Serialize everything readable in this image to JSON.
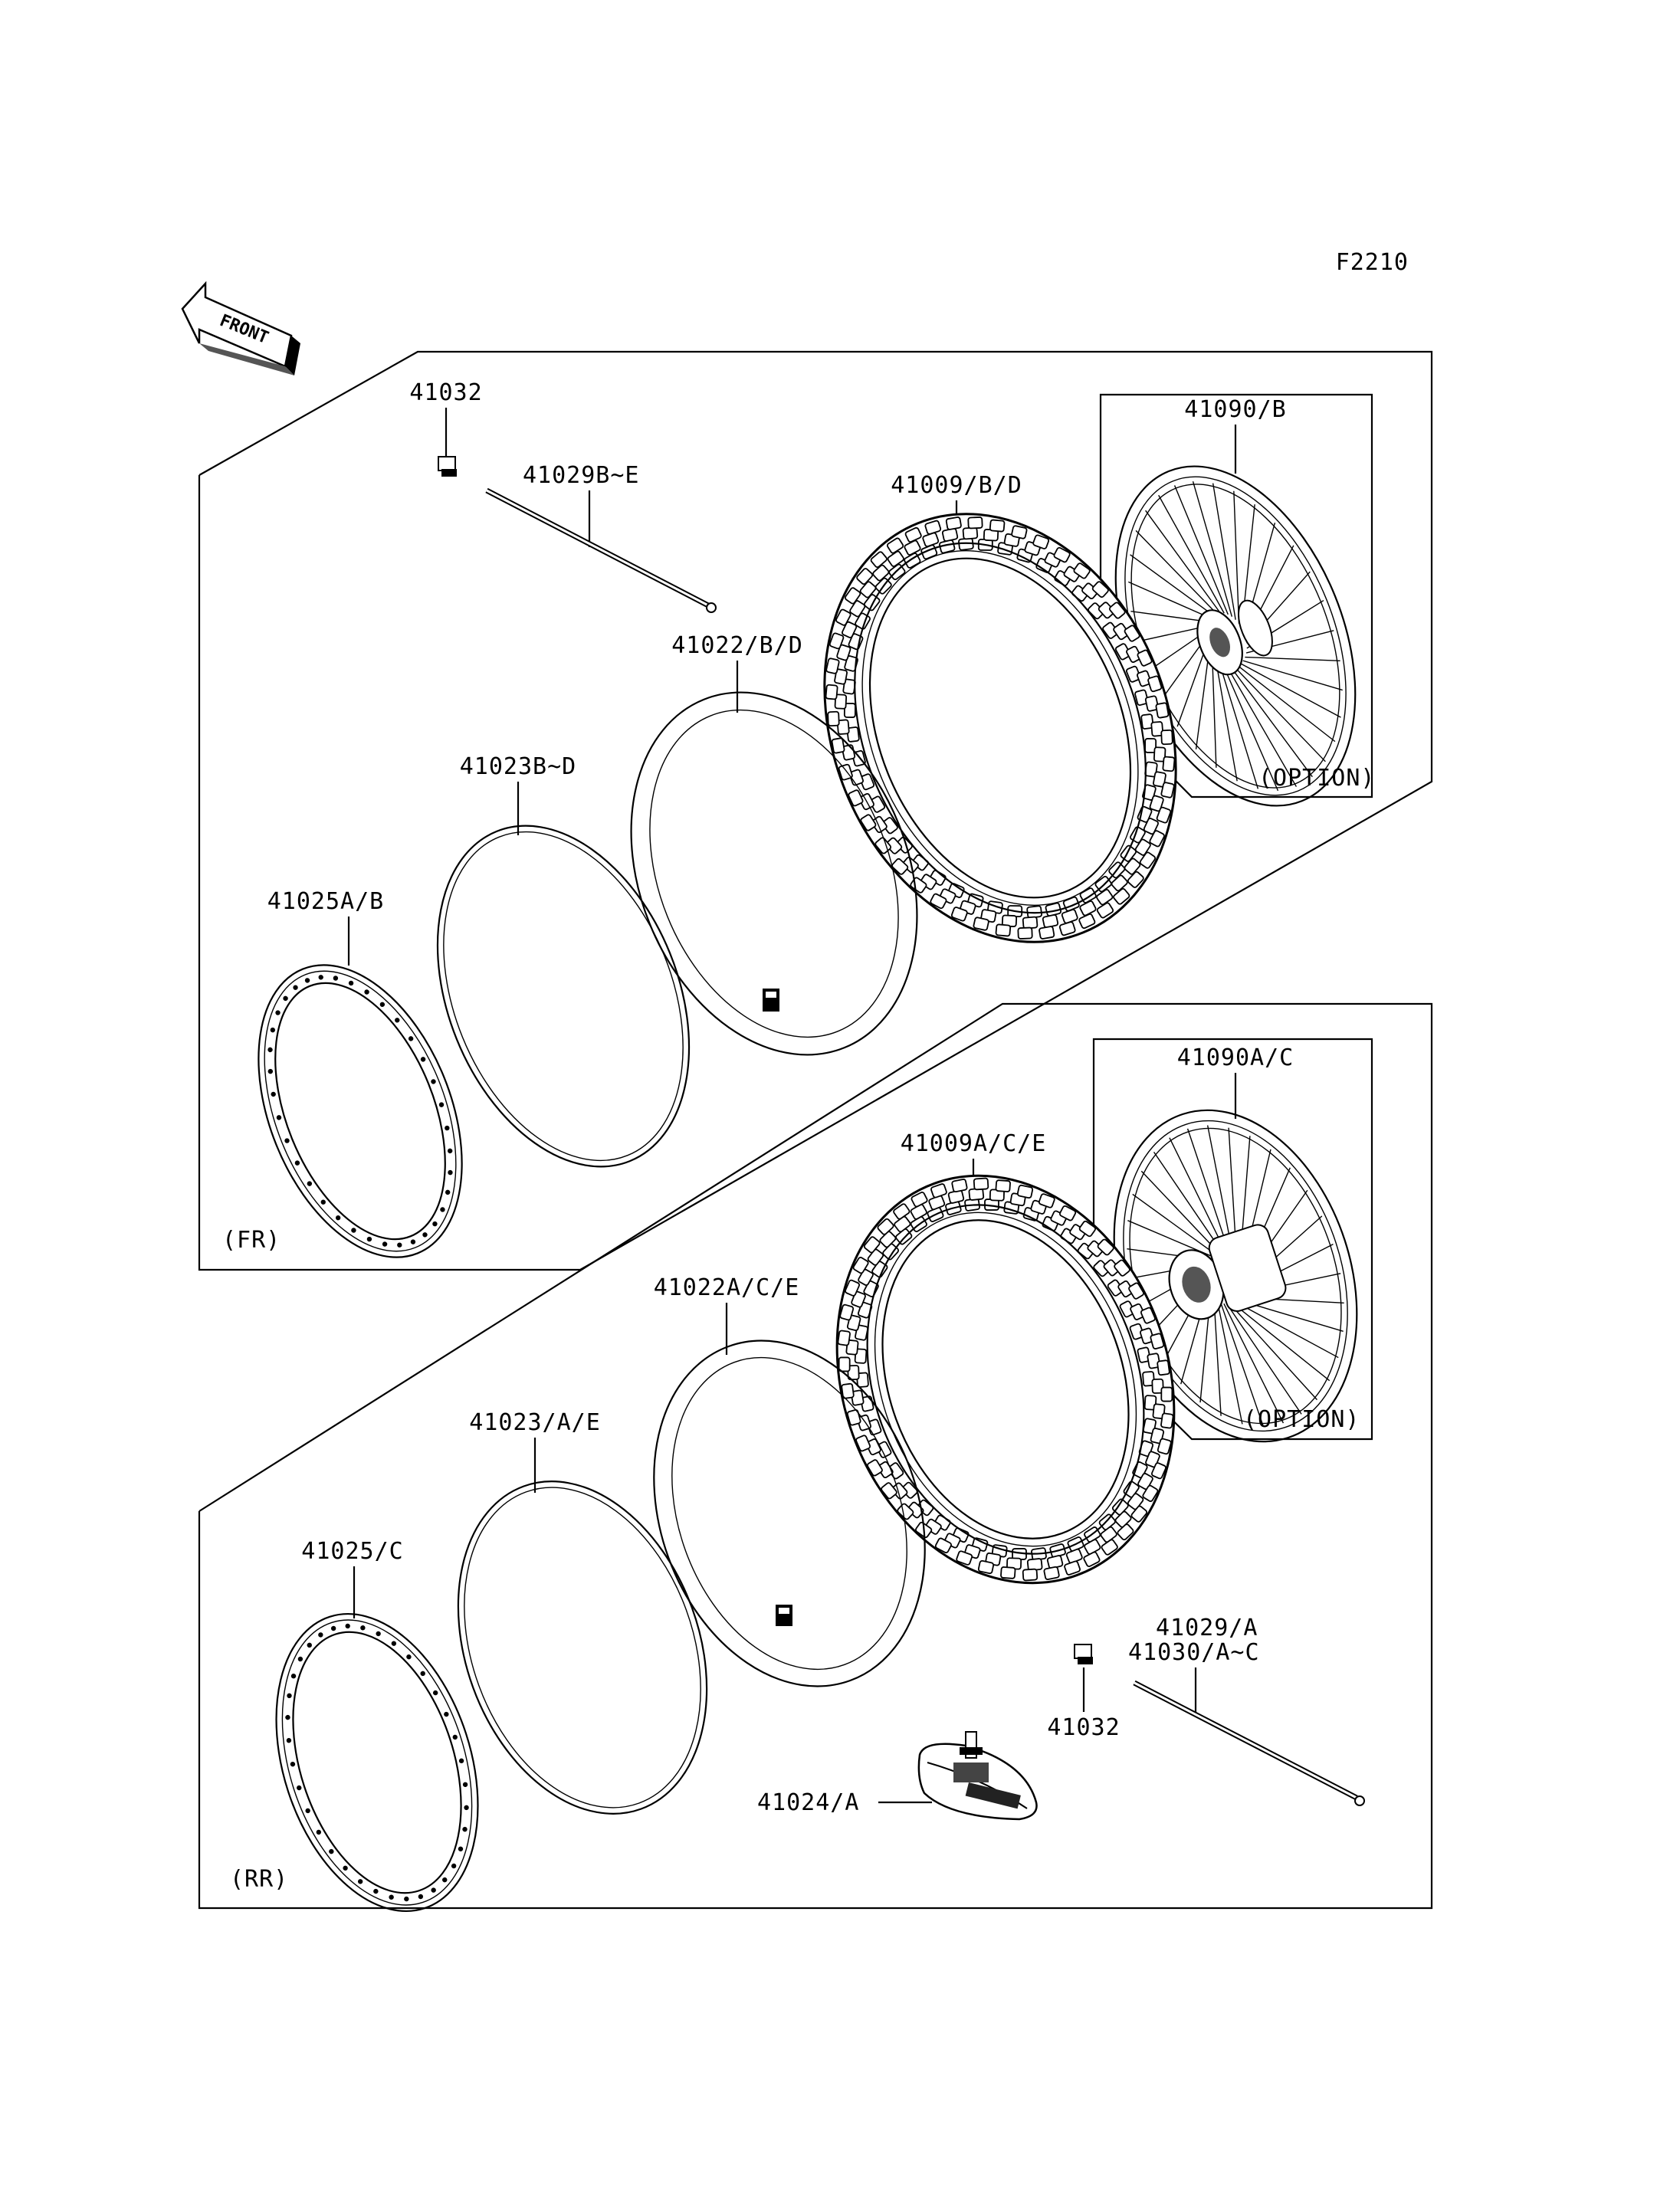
{
  "figure_code": "F2210",
  "front_arrow": {
    "text": "FRONT"
  },
  "groups": {
    "front": {
      "tag": "(FR)",
      "option_tag": "(OPTION)",
      "parts": {
        "valve_cap": "41032",
        "spoke": "41029B~E",
        "tire": "41009/B/D",
        "wheel_assy": "41090/B",
        "tube": "41022/B/D",
        "rim_band": "41023B~D",
        "rim": "41025A/B"
      }
    },
    "rear": {
      "tag": "(RR)",
      "option_tag": "(OPTION)",
      "parts": {
        "wheel_assy": "41090A/C",
        "tire": "41009A/C/E",
        "tube": "41022A/C/E",
        "rim_band": "41023/A/E",
        "rim": "41025/C",
        "spoke_a": "41029/A",
        "spoke_b": "41030/A~C",
        "valve_cap": "41032",
        "rim_lock": "41024/A"
      }
    }
  }
}
